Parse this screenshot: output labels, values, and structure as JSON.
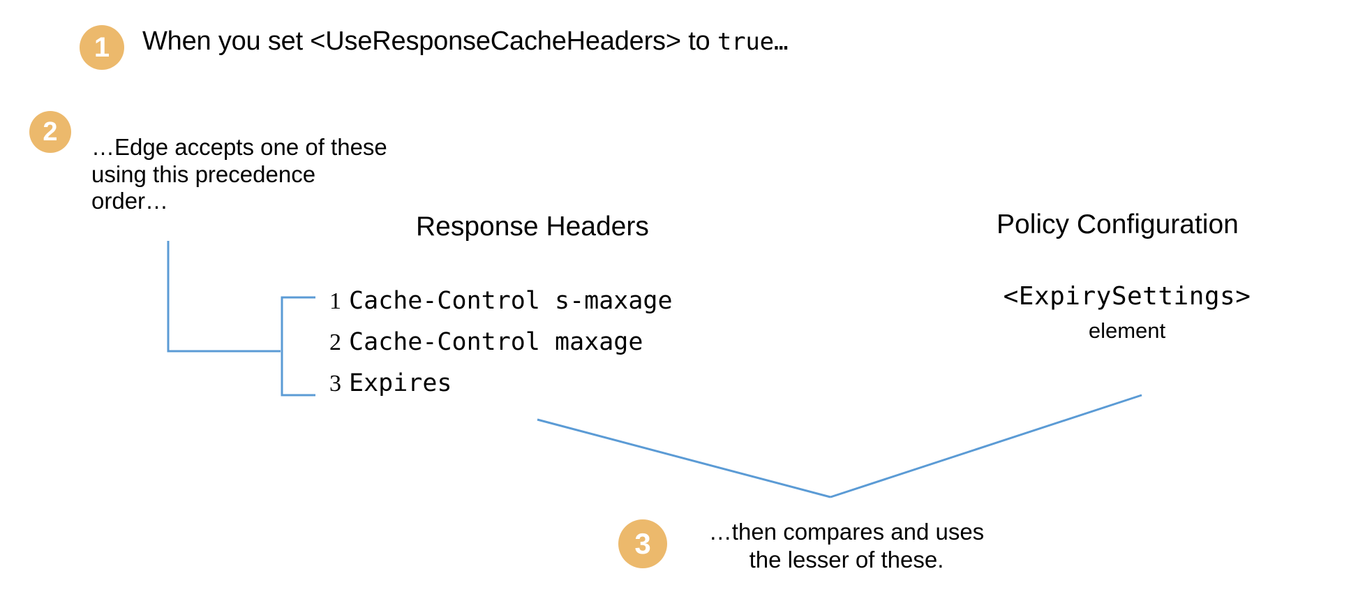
{
  "diagram": {
    "title": "Edge response cache header precedence",
    "accent_color": "#ECB96C",
    "line_color": "#5B9BD5",
    "background": "#ffffff"
  },
  "steps": [
    {
      "number": "1",
      "text_prefix": "When you set <UseResponseCacheHeaders> to ",
      "text_code": "true…"
    },
    {
      "number": "2",
      "line1": "…Edge accepts one of these",
      "line2": "using this precedence",
      "line3": "order…"
    },
    {
      "number": "3",
      "line1": "…then compares and uses",
      "line2": "the lesser of these."
    }
  ],
  "columns": {
    "response_headers": {
      "heading": "Response Headers",
      "items": [
        {
          "number": "1",
          "text": "Cache-Control s-maxage"
        },
        {
          "number": "2",
          "text": "Cache-Control maxage"
        },
        {
          "number": "3",
          "text": "Expires"
        }
      ]
    },
    "policy_configuration": {
      "heading": "Policy Configuration",
      "element_tag": "<ExpirySettings>",
      "element_word": "element"
    }
  }
}
